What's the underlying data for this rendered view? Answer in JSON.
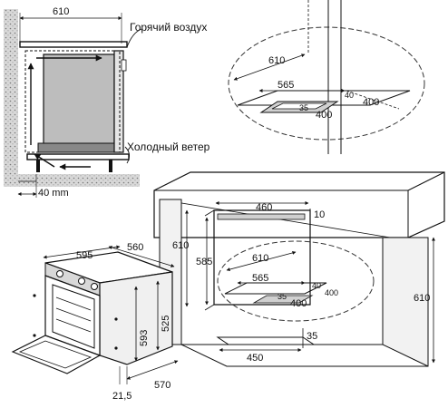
{
  "labels": {
    "hot_air": "Горячий воздух",
    "cold_wind": "Холодный ветер"
  },
  "dimensions": {
    "side_top_width": "610",
    "side_gap": "40 mm",
    "detail_depth": "610",
    "detail_565": "565",
    "detail_40": "40",
    "detail_400a": "400",
    "detail_35": "35",
    "detail_400b": "400",
    "cab_460": "460",
    "cab_10": "10",
    "cab_610_left": "610",
    "cab_585": "585",
    "cab_610_inner": "610",
    "cab_565": "565",
    "cab_40": "40",
    "cab_400a": "400",
    "cab_35_inner": "35",
    "cab_400b": "400",
    "cab_610_right": "610",
    "cab_450": "450",
    "cab_35_bottom": "35",
    "oven_595": "595",
    "oven_560": "560",
    "oven_593": "593",
    "oven_525": "525",
    "oven_21_5": "21,5",
    "oven_570": "570"
  }
}
